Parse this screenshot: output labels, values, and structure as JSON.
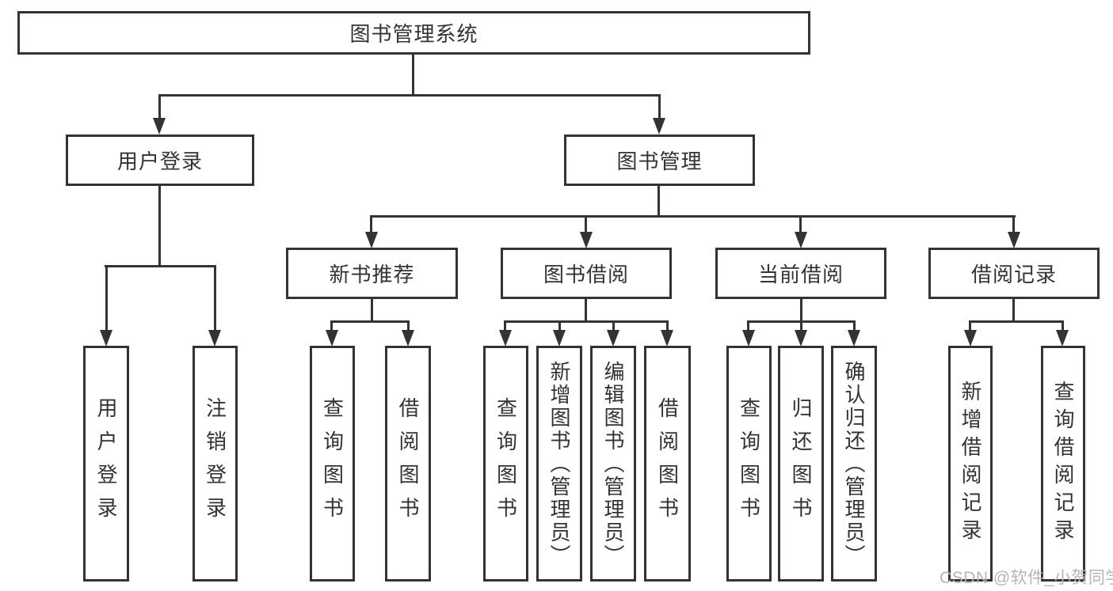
{
  "title": "图书管理系统",
  "watermark": "CSDN @软件_小贺同学",
  "colors": {
    "line": "#333333",
    "box_border": "#333333",
    "text": "#333333",
    "background": "#ffffff",
    "watermark": "#b5b5b5"
  },
  "nodes": {
    "root": {
      "label": "图书管理系统"
    },
    "level2": [
      {
        "label": "用户登录",
        "parent": "图书管理系统"
      },
      {
        "label": "图书管理",
        "parent": "图书管理系统"
      }
    ],
    "level3": [
      {
        "label": "新书推荐",
        "parent": "图书管理"
      },
      {
        "label": "图书借阅",
        "parent": "图书管理"
      },
      {
        "label": "当前借阅",
        "parent": "图书管理"
      },
      {
        "label": "借阅记录",
        "parent": "图书管理"
      }
    ],
    "leaves": [
      {
        "label": "用户登录",
        "parent": "用户登录"
      },
      {
        "label": "注销登录",
        "parent": "用户登录"
      },
      {
        "label": "查询图书",
        "parent": "新书推荐"
      },
      {
        "label": "借阅图书",
        "parent": "新书推荐"
      },
      {
        "label": "查询图书",
        "parent": "图书借阅"
      },
      {
        "label": "新增图书（管理员）",
        "parent": "图书借阅"
      },
      {
        "label": "编辑图书（管理员）",
        "parent": "图书借阅"
      },
      {
        "label": "借阅图书",
        "parent": "图书借阅"
      },
      {
        "label": "查询图书",
        "parent": "当前借阅"
      },
      {
        "label": "归还图书",
        "parent": "当前借阅"
      },
      {
        "label": "确认归还（管理员）",
        "parent": "当前借阅"
      },
      {
        "label": "新增借阅记录",
        "parent": "借阅记录"
      },
      {
        "label": "查询借阅记录",
        "parent": "借阅记录"
      }
    ]
  }
}
